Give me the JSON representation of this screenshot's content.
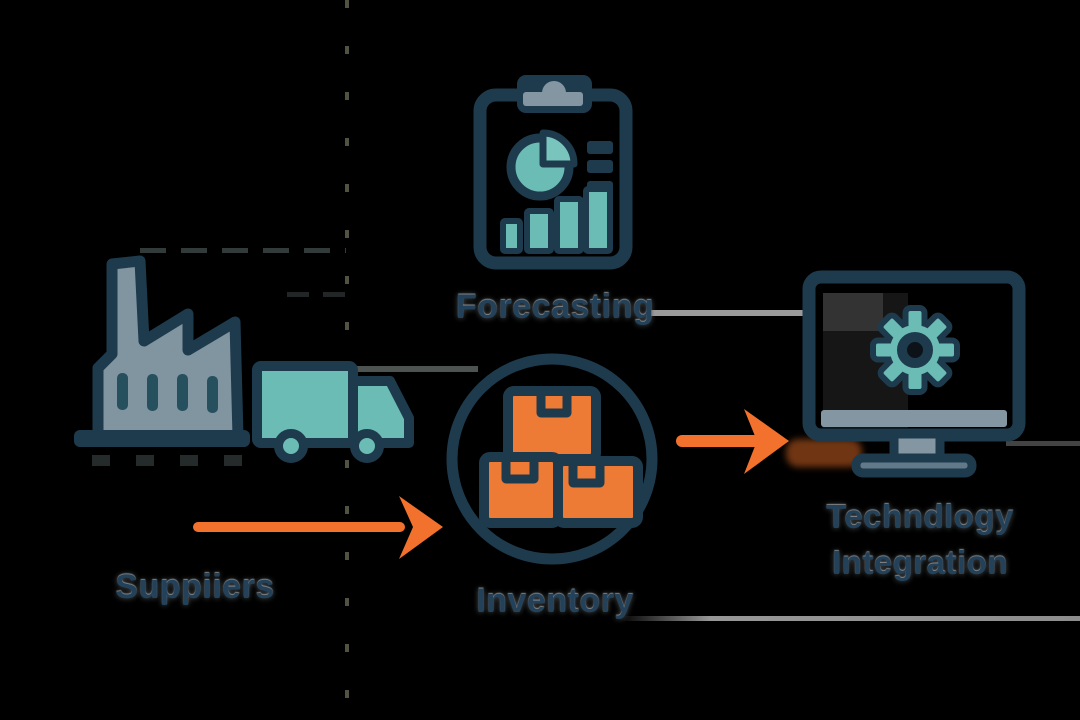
{
  "background": "#000000",
  "palette": {
    "outline_navy": "#1E3B4D",
    "teal": "#6CBCB6",
    "teal_light": "#79C4BD",
    "gray": "#8496A1",
    "factory_gray": "#8195A0",
    "orange": "#F2712C",
    "label_navy": "#24415A"
  },
  "nodes": [
    {
      "id": "forecasting",
      "label": "Forecasting",
      "icon": "clipboard-analytics-icon"
    },
    {
      "id": "suppliers",
      "label": "Suppiiers",
      "icon": "factory-truck-icon"
    },
    {
      "id": "inventory",
      "label": "Inventory",
      "icon": "boxes-circle-icon"
    },
    {
      "id": "technology-integration",
      "label_line1": "Techndlogy",
      "label_line2": "Integration",
      "icon": "monitor-gear-icon"
    }
  ],
  "connectors": [
    {
      "from": "suppliers",
      "to": "inventory",
      "type": "orange-arrow"
    },
    {
      "from": "inventory",
      "to": "technology-integration",
      "type": "orange-arrow"
    },
    {
      "from": "forecasting",
      "to": "technology-integration",
      "type": "gray-line"
    },
    {
      "from": "suppliers",
      "to": "inventory",
      "type": "gray-line"
    }
  ]
}
